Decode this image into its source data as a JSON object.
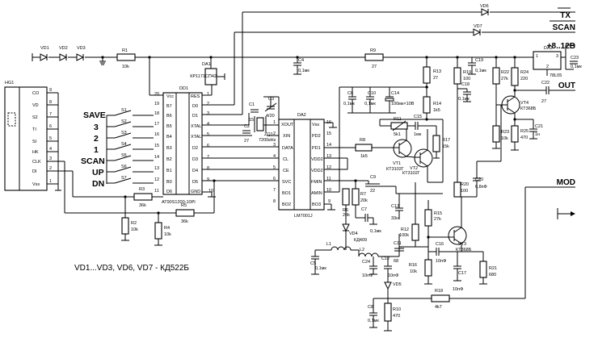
{
  "signals": {
    "tx": "TX",
    "scan": "SCAN",
    "power": "+8..12B",
    "out": "OUT",
    "mod": "MOD"
  },
  "buttons": [
    "SAVE",
    "3",
    "2",
    "1",
    "SCAN",
    "UP",
    "DN"
  ],
  "switches": [
    "S1",
    "S2",
    "S3",
    "S4",
    "S5",
    "S6",
    "S7"
  ],
  "note": "VD1...VD3, VD6, VD7 - КД522Б",
  "hg1": {
    "ref": "HG1",
    "left_pins": [
      "CO",
      "VD",
      "S2",
      "TI",
      "SI",
      "HK",
      "CLK",
      "DI",
      "Vss"
    ],
    "right_pins": [
      "9",
      "8",
      "7",
      "6",
      "5",
      "4",
      "3",
      "2",
      "1"
    ]
  },
  "dd1": {
    "ref": "DD1",
    "part": "AT90S1200-10PI",
    "left_pins": [
      "Vcc",
      "B7",
      "B6",
      "B5",
      "B4",
      "B3",
      "B2",
      "B1",
      "B0",
      "D6"
    ],
    "left_nums": [
      "20",
      "19",
      "18",
      "17",
      "16",
      "15",
      "14",
      "13",
      "12",
      "11"
    ],
    "right_pins": [
      "RES",
      "D0",
      "D1",
      "XTAL",
      "XTAL",
      "D2",
      "D3",
      "D4",
      "D5",
      "GND"
    ],
    "right_nums": [
      "1",
      "2",
      "3",
      "4",
      "5",
      "6",
      "7",
      "8",
      "9",
      "10"
    ]
  },
  "da1": {
    "ref": "DA1",
    "part": "КР1171СП42"
  },
  "da2": {
    "ref": "DA2",
    "part": "LM7001J",
    "left_pins": [
      "XOUT",
      "XIN",
      "DATA",
      "CL",
      "CE",
      "SVC",
      "BO1",
      "BO2"
    ],
    "left_nums": [
      "1",
      "2",
      "3",
      "4",
      "5",
      "6",
      "7",
      "8"
    ],
    "right_pins": [
      "Vss",
      "PD2",
      "PD1",
      "VDD2",
      "VDD2",
      "FMIN",
      "AMIN",
      "BO3"
    ],
    "right_nums": [
      "16",
      "15",
      "14",
      "13",
      "12",
      "11",
      "10",
      "9"
    ]
  },
  "da3": {
    "ref": "DA3",
    "part": "78L05",
    "pins": [
      "1",
      "3",
      "2"
    ]
  },
  "diodes": [
    "VD1",
    "VD2",
    "VD3",
    "VD4",
    "VD5",
    "VD6",
    "VD7"
  ],
  "vd4_part": "КД409",
  "transistors": [
    {
      "ref": "VT1",
      "part": "КТ3102Г"
    },
    {
      "ref": "VT2",
      "part": "КТ3102Г"
    },
    {
      "ref": "VT3",
      "part": "КТ368Б"
    },
    {
      "ref": "VT4",
      "part": "КТ368Б"
    }
  ],
  "resistors": [
    {
      "ref": "R1",
      "val": "10k"
    },
    {
      "ref": "R2",
      "val": "10k"
    },
    {
      "ref": "R3",
      "val": "36k"
    },
    {
      "ref": "R4",
      "val": "10k"
    },
    {
      "ref": "R5",
      "val": "36k"
    },
    {
      "ref": "R6",
      "val": "20k"
    },
    {
      "ref": "R7",
      "val": "20k"
    },
    {
      "ref": "R8",
      "val": "1k5"
    },
    {
      "ref": "R9",
      "val": "27"
    },
    {
      "ref": "R10",
      "val": "470"
    },
    {
      "ref": "R11",
      "val": "5k1"
    },
    {
      "ref": "R12",
      "val": "100k"
    },
    {
      "ref": "R13",
      "val": "27"
    },
    {
      "ref": "R14",
      "val": "1k5"
    },
    {
      "ref": "R15",
      "val": "27k"
    },
    {
      "ref": "R16",
      "val": "10k"
    },
    {
      "ref": "R17",
      "val": "15k"
    },
    {
      "ref": "R18",
      "val": "4k7"
    },
    {
      "ref": "R19",
      "val": "100"
    },
    {
      "ref": "R20",
      "val": "100"
    },
    {
      "ref": "R21",
      "val": "680"
    },
    {
      "ref": "R22",
      "val": "27k"
    },
    {
      "ref": "R23",
      "val": "10k"
    },
    {
      "ref": "R24",
      "val": "220"
    },
    {
      "ref": "R25",
      "val": "470"
    }
  ],
  "capacitors": [
    {
      "ref": "C1",
      "val": "15"
    },
    {
      "ref": "C2",
      "val": "27"
    },
    {
      "ref": "C3",
      "val": "4/20"
    },
    {
      "ref": "C4",
      "val": "0,1мк"
    },
    {
      "ref": "C5",
      "val": "0,1мк"
    },
    {
      "ref": "C6",
      "val": "0,1мк"
    },
    {
      "ref": "C7",
      "val": "0,1мк"
    },
    {
      "ref": "C8",
      "val": "0,1мк"
    },
    {
      "ref": "C9",
      "val": "22"
    },
    {
      "ref": "C10",
      "val": "0,1мк"
    },
    {
      "ref": "C11",
      "val": "68"
    },
    {
      "ref": "C12",
      "val": "10пФ"
    },
    {
      "ref": "C13",
      "val": "33н"
    },
    {
      "ref": "C14",
      "val": "100мк×10В"
    },
    {
      "ref": "C15",
      "val": "1мк"
    },
    {
      "ref": "C16",
      "val": "10пФ"
    },
    {
      "ref": "C17",
      "val": "10пФ"
    },
    {
      "ref": "C18",
      "val": "0,1мк"
    },
    {
      "ref": "C19",
      "val": "0,1мк"
    },
    {
      "ref": "C20",
      "val": "6,8пФ"
    },
    {
      "ref": "C21",
      "val": "1н"
    },
    {
      "ref": "C22",
      "val": "27"
    },
    {
      "ref": "C23",
      "val": "0,1мк"
    },
    {
      "ref": "C24",
      "val": "10пФ"
    }
  ],
  "crystal": {
    "ref": "ZQ1",
    "val": "7200кHz"
  },
  "inductors": [
    "L1",
    "L2"
  ]
}
